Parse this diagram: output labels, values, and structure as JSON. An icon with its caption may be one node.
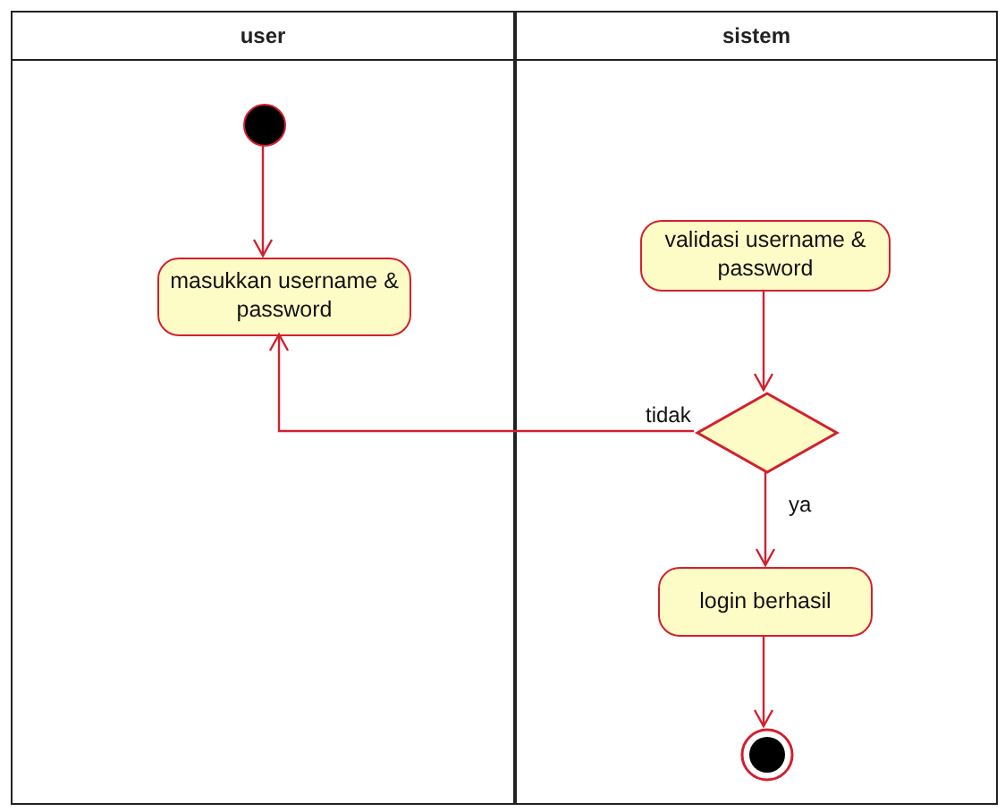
{
  "diagram": {
    "nodes": [
      {
        "text": [
          "user"
        ]
      },
      {
        "text": [
          "sistem"
        ]
      },
      {
        "text": [],
        "shape": "circle",
        "in": 0
      },
      {
        "text": [
          "masukkan username & password"
        ],
        "in": 0
      },
      {
        "text": [
          "validasi username & password"
        ],
        "in": 1
      },
      {
        "text": [],
        "shape": "diamond",
        "in": 1
      },
      {
        "text": [
          "login berhasil"
        ],
        "in": 1
      },
      {
        "text": [],
        "shape": "circle",
        "in": 1
      }
    ],
    "edges": [
      {
        "from": 2,
        "to": 3,
        "arrow": "to"
      },
      {
        "from": 4,
        "to": 5,
        "arrow": "to"
      },
      {
        "from": 5,
        "to": 3,
        "arrow": "to",
        "label": "tidak"
      },
      {
        "from": 5,
        "to": 6,
        "arrow": "to",
        "label": "ya"
      },
      {
        "from": 6,
        "to": 7,
        "arrow": "to"
      }
    ]
  }
}
